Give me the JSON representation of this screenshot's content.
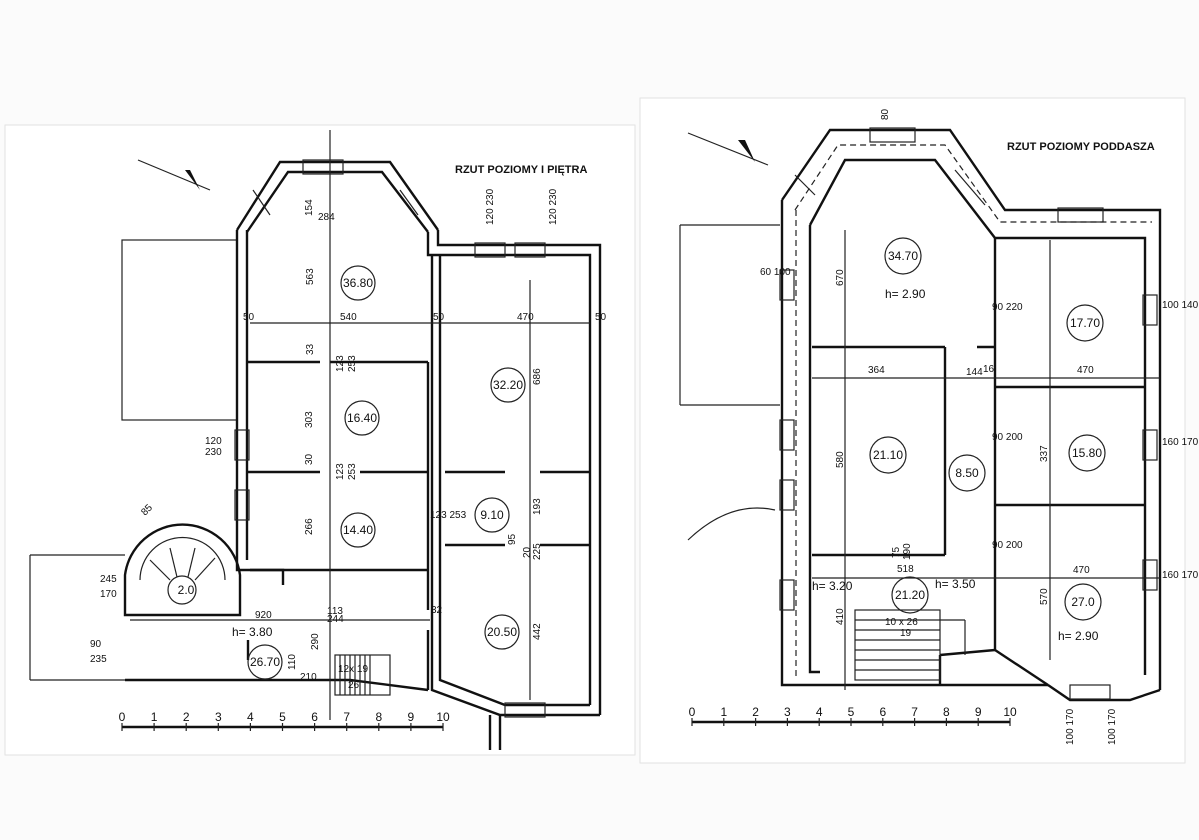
{
  "plans": {
    "left": {
      "title": "RZUT POZIOMY I PIĘTRA",
      "rooms": [
        {
          "area": "36.80"
        },
        {
          "area": "16.40"
        },
        {
          "area": "14.40"
        },
        {
          "area": "32.20"
        },
        {
          "area": "9.10"
        },
        {
          "area": "20.50"
        },
        {
          "area": "26.70"
        },
        {
          "area": "2.0"
        }
      ],
      "height_label": "h= 3.80",
      "dimensions": [
        "284",
        "154",
        "563",
        "540",
        "470",
        "50",
        "50",
        "50",
        "303",
        "123",
        "253",
        "686",
        "266",
        "123",
        "253",
        "193",
        "225",
        "442",
        "920",
        "113",
        "244",
        "120",
        "230",
        "85",
        "245",
        "170",
        "90",
        "235",
        "12x 19",
        "26",
        "290",
        "110",
        "210",
        "32",
        "33",
        "30",
        "95",
        "20",
        "123 253",
        "120 230",
        "120 230"
      ],
      "scale": [
        "0",
        "1",
        "2",
        "3",
        "4",
        "5",
        "6",
        "7",
        "8",
        "9",
        "10"
      ]
    },
    "right": {
      "title": "RZUT POZIOMY PODDASZA",
      "rooms": [
        {
          "area": "34.70",
          "height": "h= 2.90"
        },
        {
          "area": "17.70"
        },
        {
          "area": "21.10"
        },
        {
          "area": "8.50"
        },
        {
          "area": "15.80"
        },
        {
          "area": "21.20"
        },
        {
          "area": "27.0",
          "height": "h= 2.90"
        }
      ],
      "height_labels": [
        "h= 3.20",
        "h= 3.50"
      ],
      "dimensions": [
        "670",
        "364",
        "470",
        "580",
        "337",
        "518",
        "470",
        "570",
        "410",
        "60 100",
        "90 220",
        "90 200",
        "90 200",
        "100 140",
        "160 170",
        "160 170",
        "10 x 26",
        "19",
        "144",
        "16",
        "75",
        "190",
        "80",
        "100 170",
        "100 170"
      ],
      "scale": [
        "0",
        "1",
        "2",
        "3",
        "4",
        "5",
        "6",
        "7",
        "8",
        "9",
        "10"
      ]
    }
  }
}
